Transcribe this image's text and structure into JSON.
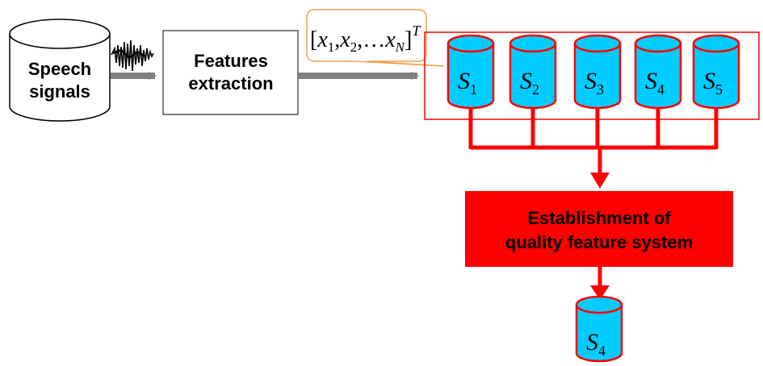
{
  "source": {
    "line1": "Speech",
    "line2": "signals"
  },
  "extraction": {
    "line1": "Features",
    "line2": "extraction"
  },
  "vector": {
    "x": "x",
    "subscripts": [
      "1",
      "2",
      "N"
    ],
    "ellipsis": "…",
    "transpose": "T"
  },
  "databases": [
    {
      "symbol": "S",
      "sub": "1"
    },
    {
      "symbol": "S",
      "sub": "2"
    },
    {
      "symbol": "S",
      "sub": "3"
    },
    {
      "symbol": "S",
      "sub": "4"
    },
    {
      "symbol": "S",
      "sub": "5"
    }
  ],
  "establishment": {
    "line1": "Establishment of",
    "line2": "quality feature system"
  },
  "result": {
    "symbol": "S",
    "sub": "4"
  },
  "colors": {
    "red": "#ff0000",
    "cyan": "#00ccff",
    "gray_arrow": "#808080",
    "callout_border": "#f0a050"
  }
}
